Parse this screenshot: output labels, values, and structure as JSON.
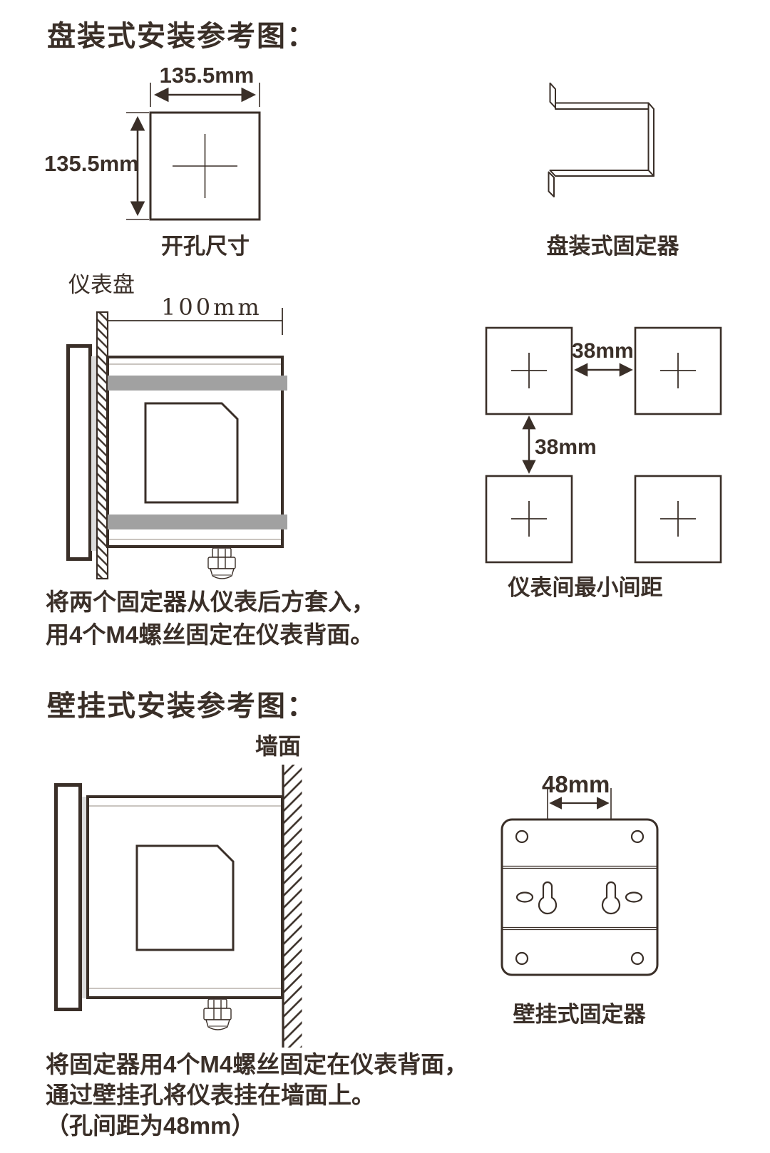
{
  "colors": {
    "ink": "#3a2f28",
    "fixer_bar": "#a1a1a1",
    "gasket": "#dcdcdc"
  },
  "panel_section": {
    "title": "盘装式安装参考图：",
    "cutout": {
      "width_label": "135.5mm",
      "height_label": "135.5mm",
      "caption": "开孔尺寸"
    },
    "fixer_caption": "盘装式固定器",
    "side_view": {
      "panel_label": "仪表盘",
      "depth_label": "100mm"
    },
    "note_line1": "将两个固定器从仪表后方套入，",
    "note_line2": "用4个M4螺丝固定在仪表背面。",
    "spacing": {
      "h_label": "38mm",
      "v_label": "38mm",
      "caption": "仪表间最小间距"
    }
  },
  "wall_section": {
    "title": "壁挂式安装参考图：",
    "side_view": {
      "wall_label": "墙面"
    },
    "fixer": {
      "hole_spacing_label": "48mm",
      "caption": "壁挂式固定器"
    },
    "note_line1": "将固定器用4个M4螺丝固定在仪表背面，",
    "note_line2": "通过壁挂孔将仪表挂在墙面上。",
    "note_line3": "（孔间距为48mm）"
  }
}
